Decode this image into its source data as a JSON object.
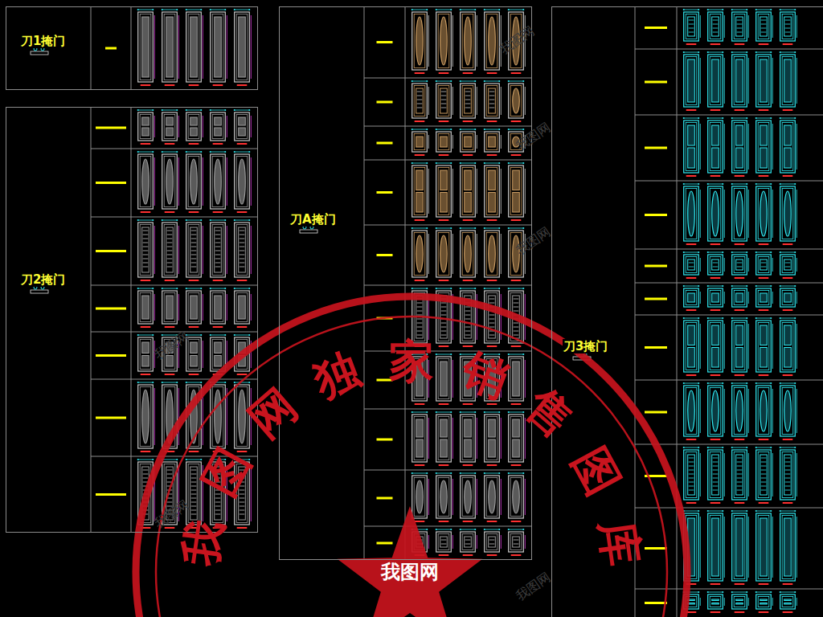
{
  "diagram": {
    "nodes": [
      {
        "text": [
          "刀1掩门"
        ]
      },
      {
        "text": [
          "刀2掩门"
        ]
      },
      {
        "text": [
          "刀A掩门"
        ]
      },
      {
        "text": [
          "刀3掩门"
        ]
      }
    ],
    "labels": [
      "我图网独家销售图库",
      "我图网",
      "我图网",
      "我图网",
      "我图网",
      "我图网",
      "我图网",
      "我图网"
    ]
  }
}
